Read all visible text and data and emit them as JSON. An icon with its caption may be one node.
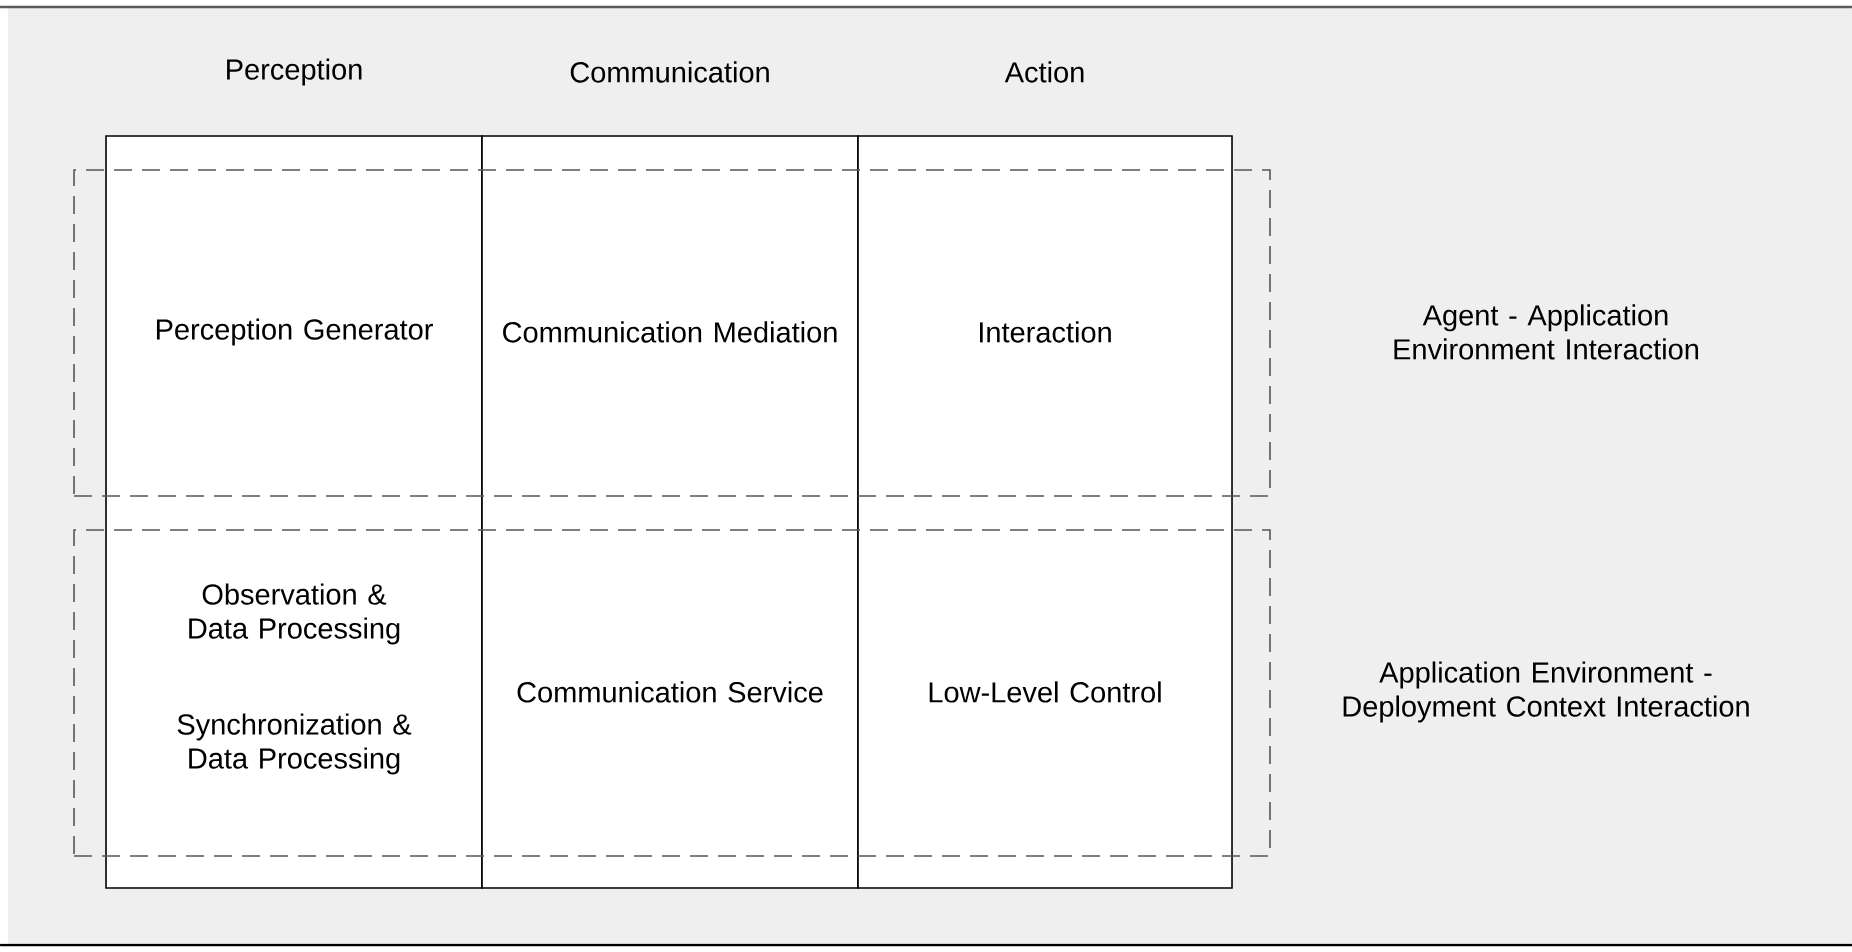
{
  "diagram": {
    "nodes": [
      {
        "text": [
          "Perception",
          "Perception Generator",
          "Observation & Data Processing",
          "Synchronization & Data Processing"
        ]
      },
      {
        "text": [
          "Communication",
          "Communication Mediation",
          "Communication Service"
        ]
      },
      {
        "text": [
          "Action",
          "Interaction",
          "Low-Level Control"
        ]
      },
      {
        "text": [
          "Agent - Application Environment Interaction"
        ]
      },
      {
        "text": [
          "Application Environment - Deployment Context Interaction"
        ]
      }
    ]
  }
}
